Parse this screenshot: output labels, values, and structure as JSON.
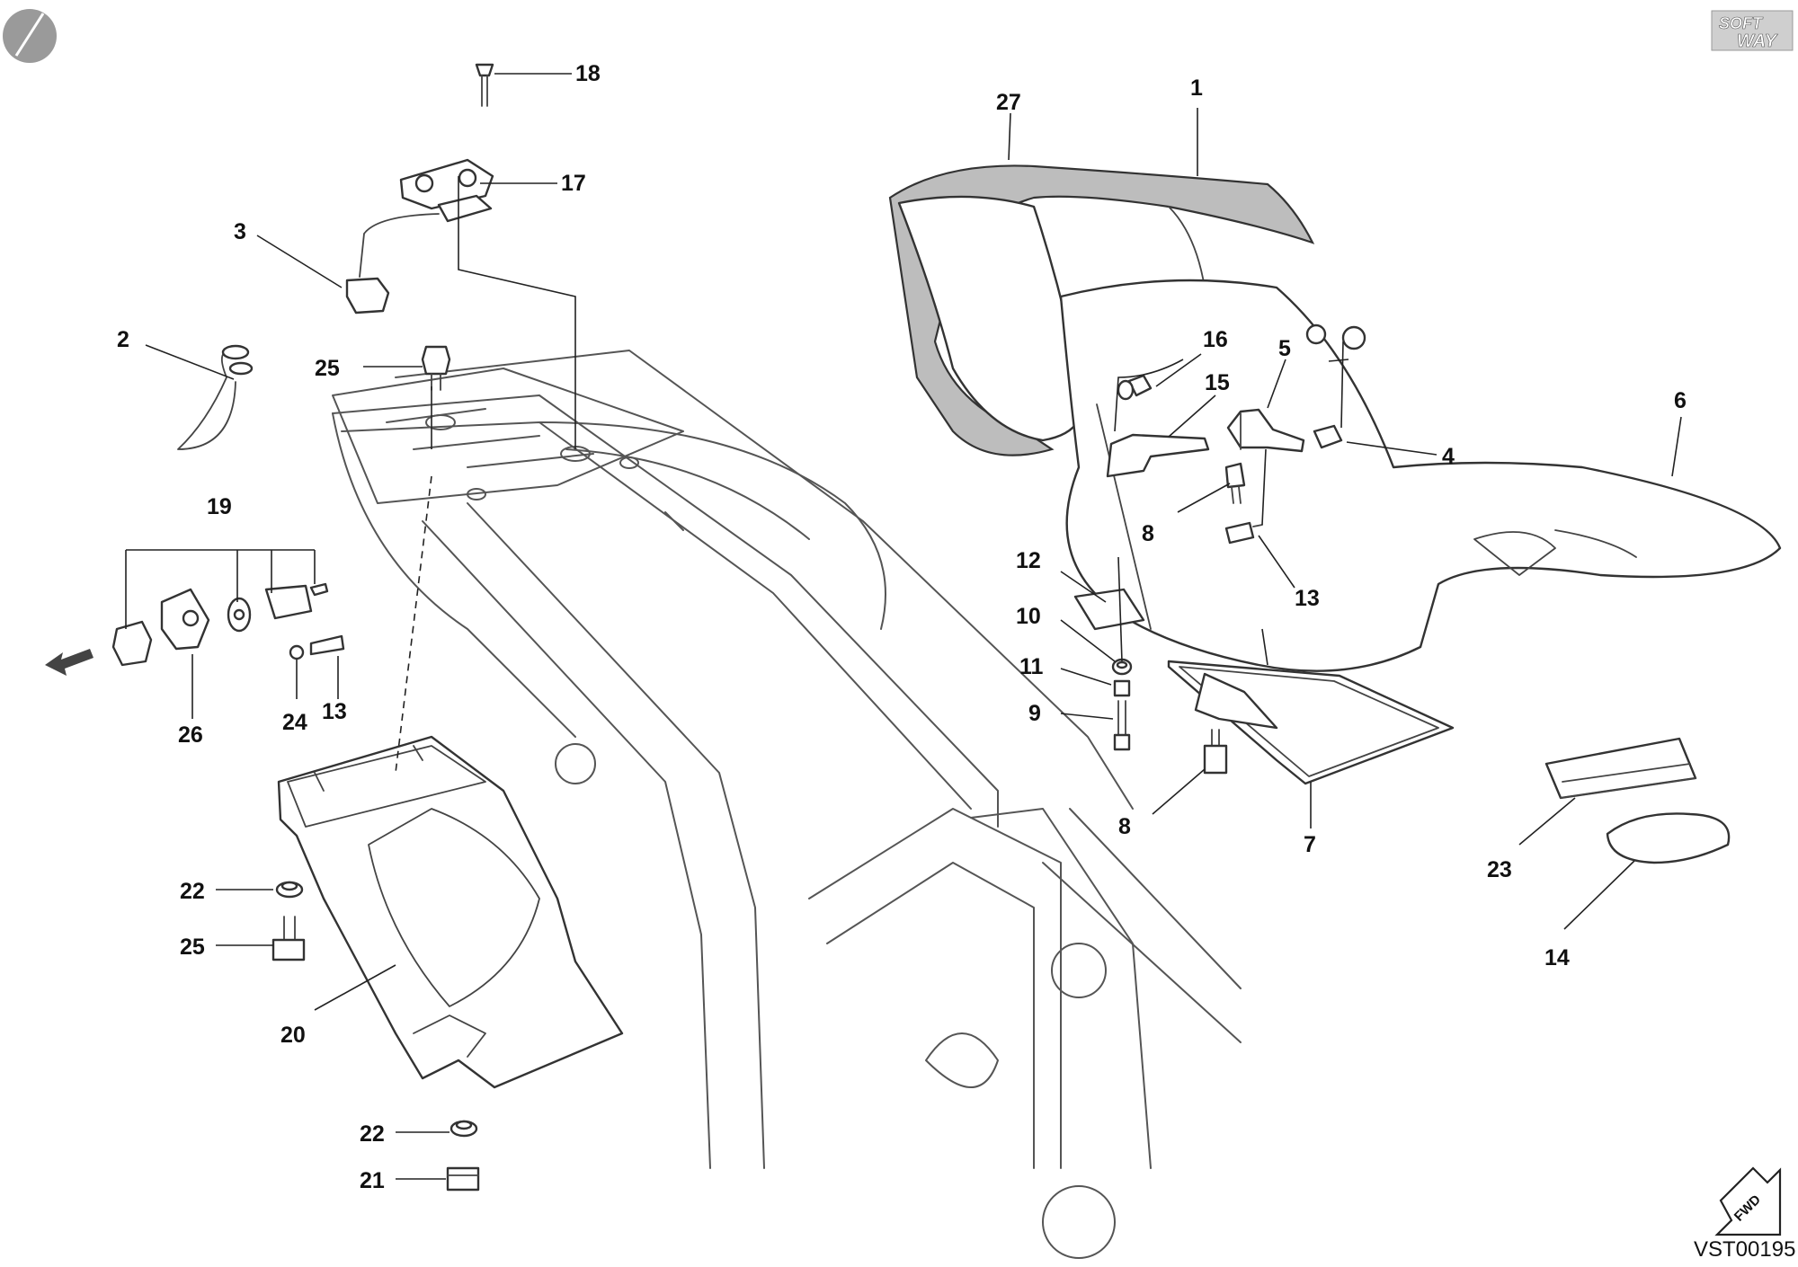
{
  "brand": {
    "logo_text_top": "SOFT",
    "logo_text_bottom": "WAY"
  },
  "drawing_code": "VST00195",
  "direction_badge": "FWD",
  "callouts": [
    {
      "id": "c18",
      "label": "18"
    },
    {
      "id": "c17",
      "label": "17"
    },
    {
      "id": "c3",
      "label": "3"
    },
    {
      "id": "c2",
      "label": "2"
    },
    {
      "id": "c25a",
      "label": "25"
    },
    {
      "id": "c19",
      "label": "19"
    },
    {
      "id": "c26",
      "label": "26"
    },
    {
      "id": "c24",
      "label": "24"
    },
    {
      "id": "c13a",
      "label": "13"
    },
    {
      "id": "c22a",
      "label": "22"
    },
    {
      "id": "c25b",
      "label": "25"
    },
    {
      "id": "c20",
      "label": "20"
    },
    {
      "id": "c22b",
      "label": "22"
    },
    {
      "id": "c21",
      "label": "21"
    },
    {
      "id": "c27",
      "label": "27"
    },
    {
      "id": "c1",
      "label": "1"
    },
    {
      "id": "c16",
      "label": "16"
    },
    {
      "id": "c5",
      "label": "5"
    },
    {
      "id": "c15",
      "label": "15"
    },
    {
      "id": "c6",
      "label": "6"
    },
    {
      "id": "c4",
      "label": "4"
    },
    {
      "id": "c8a",
      "label": "8"
    },
    {
      "id": "c13b",
      "label": "13"
    },
    {
      "id": "c12",
      "label": "12"
    },
    {
      "id": "c10",
      "label": "10"
    },
    {
      "id": "c11",
      "label": "11"
    },
    {
      "id": "c9",
      "label": "9"
    },
    {
      "id": "c8b",
      "label": "8"
    },
    {
      "id": "c7",
      "label": "7"
    },
    {
      "id": "c23",
      "label": "23"
    },
    {
      "id": "c14",
      "label": "14"
    }
  ]
}
